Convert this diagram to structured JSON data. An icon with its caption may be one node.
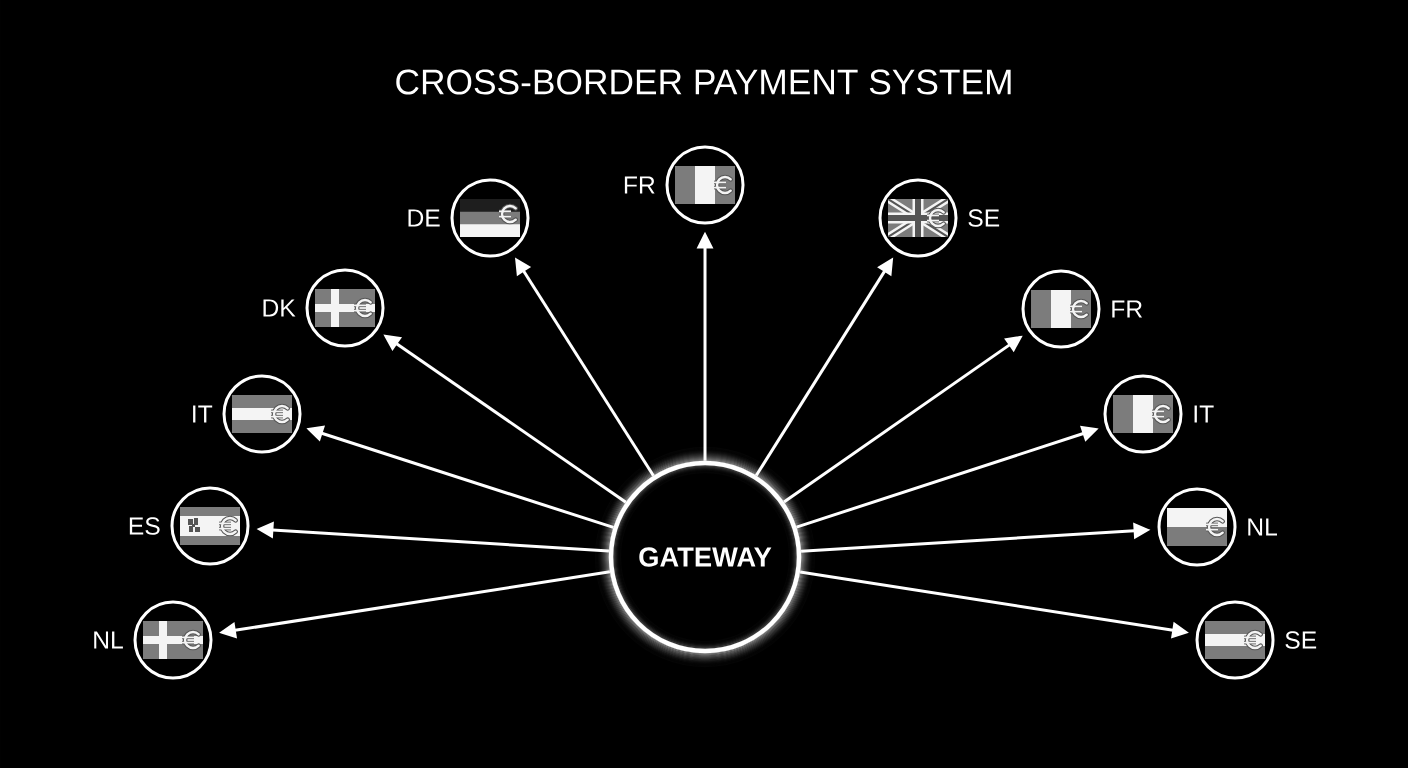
{
  "diagram": {
    "title": "CROSS-BORDER PAYMENT SYSTEM",
    "nodes": [
      {
        "text": [
          "FR"
        ]
      },
      {
        "text": [
          "DE"
        ]
      },
      {
        "text": [
          "SE"
        ]
      },
      {
        "text": [
          "DK"
        ]
      },
      {
        "text": [
          "FR"
        ]
      },
      {
        "text": [
          "IT"
        ]
      },
      {
        "text": [
          "IT"
        ]
      },
      {
        "text": [
          "ES"
        ]
      },
      {
        "text": [
          "NL"
        ]
      },
      {
        "text": [
          "GATEWAY"
        ]
      },
      {
        "text": [
          "NL"
        ]
      },
      {
        "text": [
          "SE"
        ]
      }
    ],
    "edges": [
      {
        "from": 9,
        "to": 0,
        "arrow": "to"
      },
      {
        "from": 9,
        "to": 1,
        "arrow": "to"
      },
      {
        "from": 9,
        "to": 2,
        "arrow": "to"
      },
      {
        "from": 9,
        "to": 3,
        "arrow": "to"
      },
      {
        "from": 9,
        "to": 4,
        "arrow": "to"
      },
      {
        "from": 9,
        "to": 5,
        "arrow": "to"
      },
      {
        "from": 9,
        "to": 6,
        "arrow": "to"
      },
      {
        "from": 9,
        "to": 7,
        "arrow": "to"
      },
      {
        "from": 9,
        "to": 8,
        "arrow": "to"
      },
      {
        "from": 9,
        "to": 10,
        "arrow": "to"
      },
      {
        "from": 9,
        "to": 11,
        "arrow": "to"
      }
    ]
  }
}
